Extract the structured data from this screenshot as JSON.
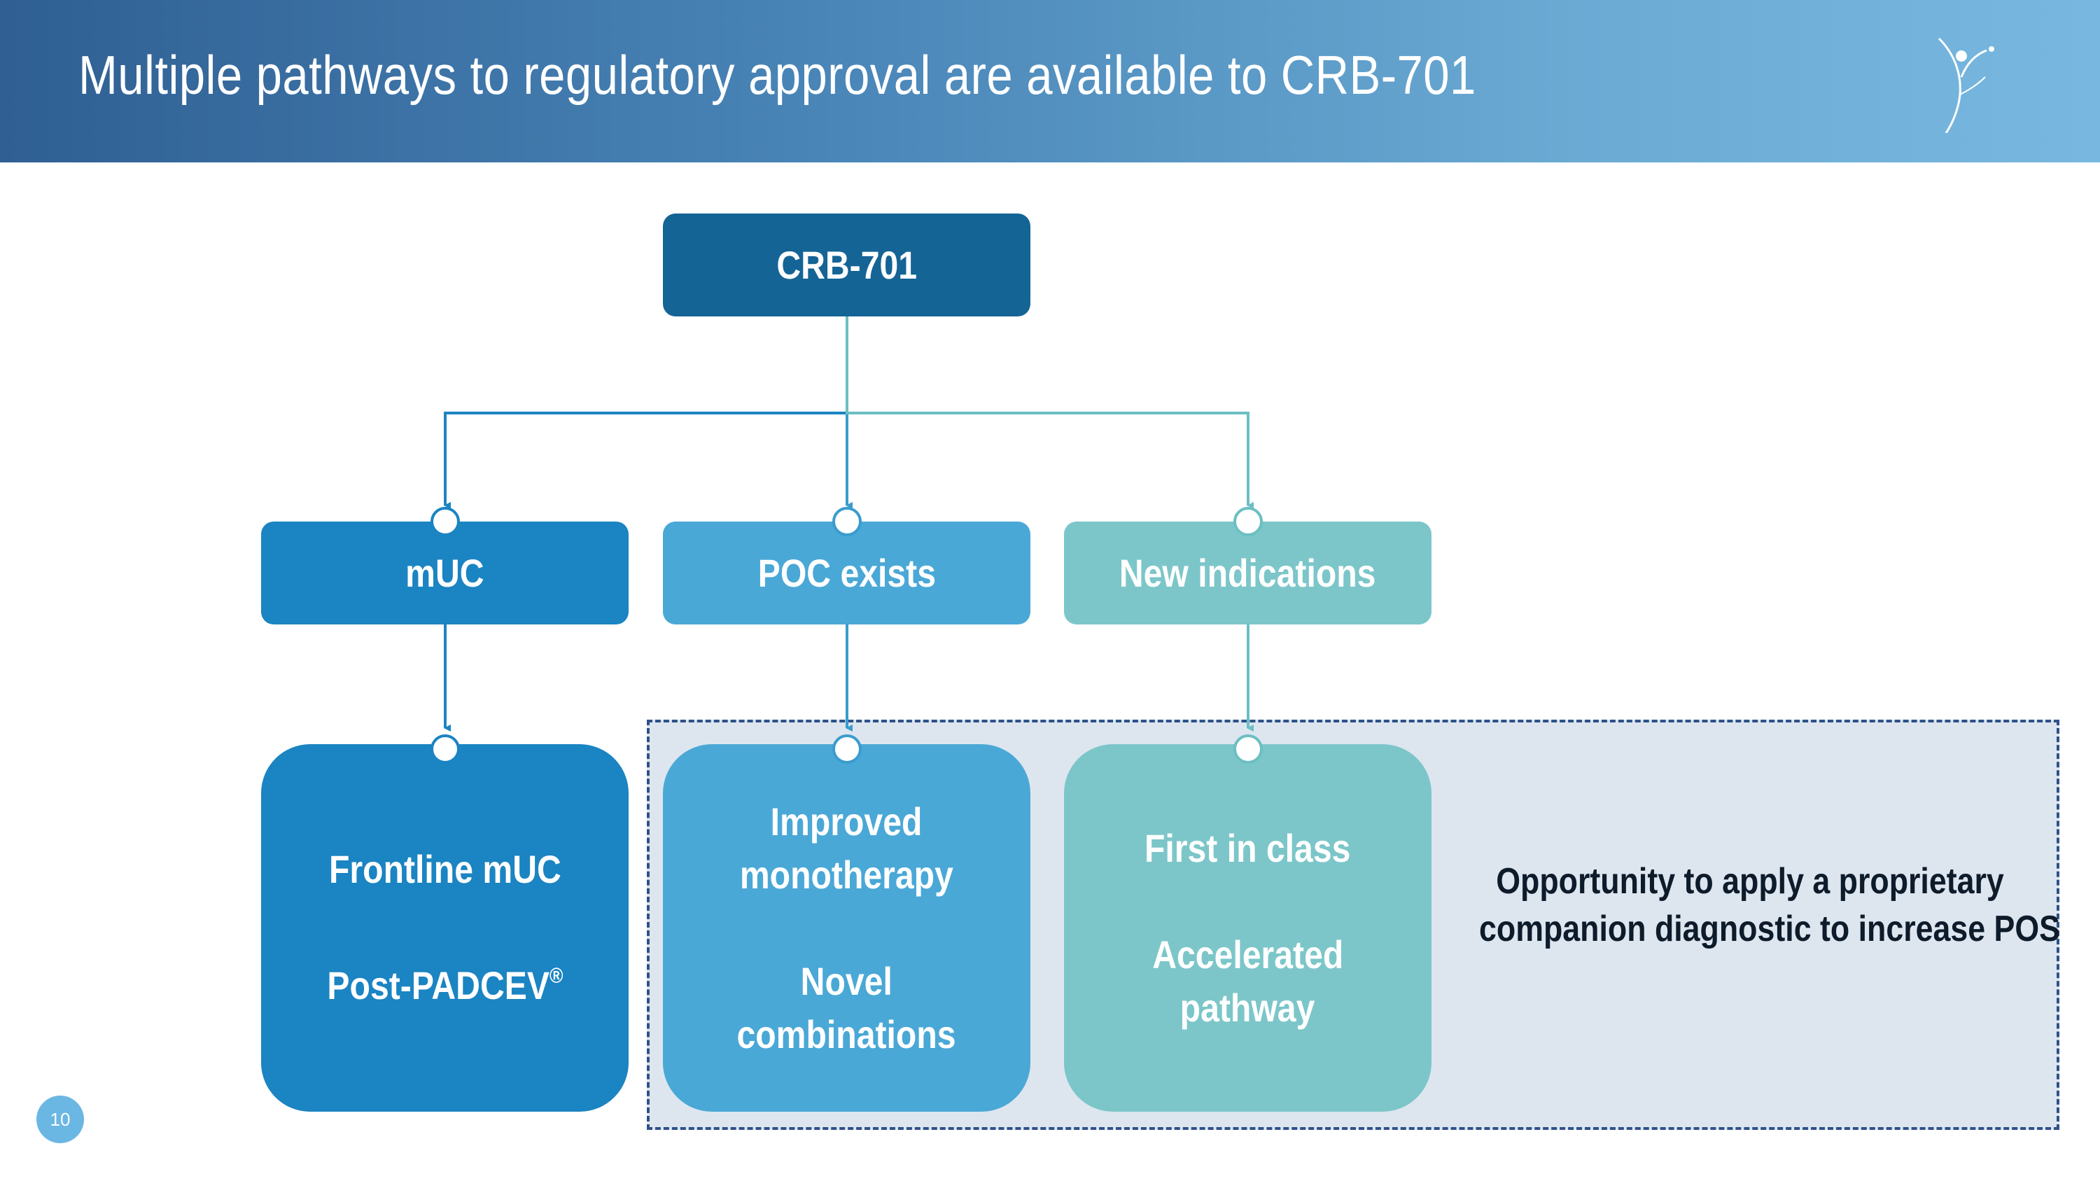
{
  "header": {
    "title": "Multiple pathways to regulatory approval  are available to CRB-701"
  },
  "diagram": {
    "root": "CRB-701",
    "branches": [
      {
        "label": "mUC",
        "color": "#1b84c2",
        "outcome_lines": [
          "Frontline mUC",
          "Post-PADCEV"
        ],
        "outcome_superscript": "®"
      },
      {
        "label": "POC exists",
        "color": "#4aa8d6",
        "outcome_lines": [
          "Improved",
          "monotherapy",
          "Novel",
          "combinations"
        ]
      },
      {
        "label": "New indications",
        "color": "#7cc6c9",
        "outcome_lines": [
          "First in class",
          "Accelerated",
          "pathway"
        ]
      }
    ],
    "opportunity_note": [
      "Opportunity to apply a proprietary",
      "companion diagnostic to increase POS"
    ]
  },
  "footer": {
    "page_number": "10"
  },
  "colors": {
    "header_gradient_start": "#2f5f93",
    "header_gradient_end": "#78b8e0",
    "root_box": "#146496",
    "mUC": "#1b84c2",
    "POC": "#4aa8d6",
    "new_indications": "#7cc6c9",
    "highlight_panel": "#dde6ef",
    "highlight_border": "#2f5188"
  }
}
